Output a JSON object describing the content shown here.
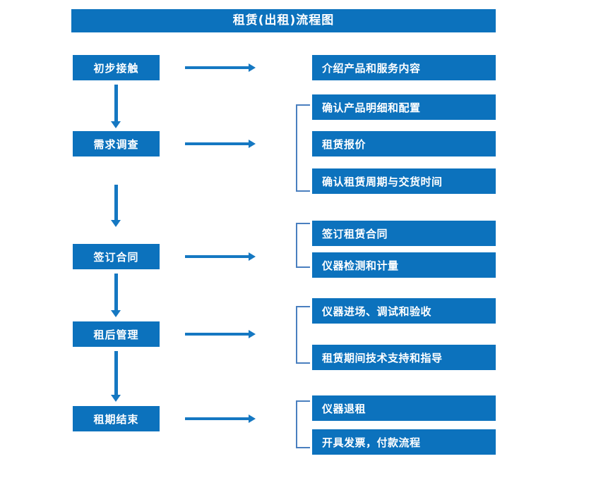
{
  "chart_data": {
    "type": "diagram",
    "title": "租赁(出租)流程图",
    "diagram_kind": "flowchart",
    "stages": [
      {
        "label": "初步接触",
        "tasks": [
          "介绍产品和服务内容"
        ],
        "bracketed": false
      },
      {
        "label": "需求调查",
        "tasks": [
          "确认产品明细和配置",
          "租赁报价",
          "确认租赁周期与交货时间"
        ],
        "bracketed": true
      },
      {
        "label": "签订合同",
        "tasks": [
          "签订租赁合同",
          "仪器检测和计量"
        ],
        "bracketed": true
      },
      {
        "label": "租后管理",
        "tasks": [
          "仪器进场、调试和验收",
          "租赁期间技术支持和指导"
        ],
        "bracketed": true
      },
      {
        "label": "租期结束",
        "tasks": [
          "仪器退租",
          "开具发票，付款流程"
        ],
        "bracketed": true
      }
    ]
  },
  "header": {
    "title": "租赁(出租)流程图"
  },
  "flow": {
    "stages": [
      {
        "label": "初步接触"
      },
      {
        "label": "需求调查"
      },
      {
        "label": "签订合同"
      },
      {
        "label": "租后管理"
      },
      {
        "label": "租期结束"
      }
    ],
    "tasks": [
      {
        "label": "介绍产品和服务内容"
      },
      {
        "label": "确认产品明细和配置"
      },
      {
        "label": "租赁报价"
      },
      {
        "label": "确认租赁周期与交货时间"
      },
      {
        "label": "签订租赁合同"
      },
      {
        "label": "仪器检测和计量"
      },
      {
        "label": "仪器进场、调试和验收"
      },
      {
        "label": "租赁期间技术支持和指导"
      },
      {
        "label": "仪器退租"
      },
      {
        "label": "开具发票，付款流程"
      }
    ]
  },
  "colors": {
    "box_fill": "#0c72bd",
    "arrow": "#1578c2",
    "bracket": "#4a7fbf",
    "box_text": "#ffffff",
    "background": "#ffffff"
  }
}
